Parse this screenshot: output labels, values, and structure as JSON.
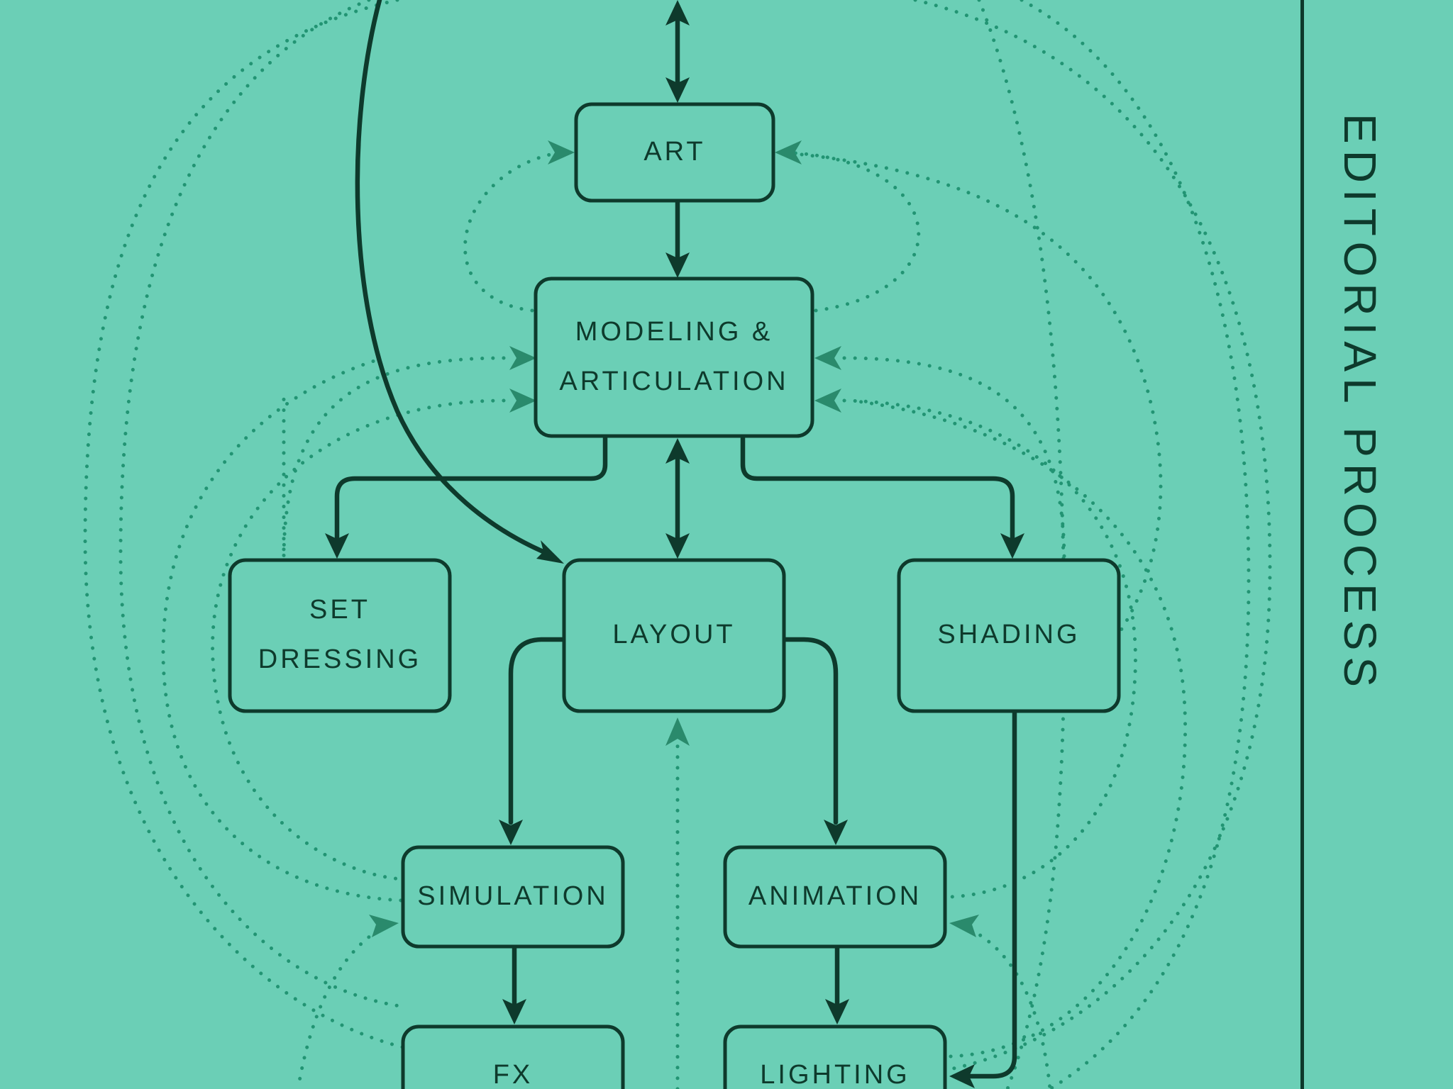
{
  "side_title": "EDITORIAL PROCESS",
  "nodes": {
    "art": "ART",
    "modeling_line1": "MODELING &",
    "modeling_line2": "ARTICULATION",
    "set_dressing_line1": "SET",
    "set_dressing_line2": "DRESSING",
    "layout": "LAYOUT",
    "shading": "SHADING",
    "simulation": "SIMULATION",
    "animation": "ANIMATION",
    "fx": "FX",
    "lighting": "LIGHTING"
  },
  "colors": {
    "background": "#6bcfb6",
    "ink": "#0e3a2c",
    "feedback": "#229473"
  }
}
